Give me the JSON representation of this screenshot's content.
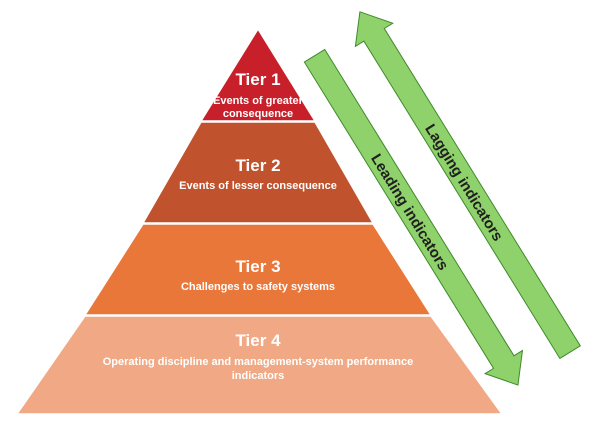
{
  "tiers": [
    {
      "title": "Tier 1",
      "description_lines": [
        "Events of greater",
        "consequence"
      ],
      "color": "#c8202a"
    },
    {
      "title": "Tier 2",
      "description_lines": [
        "Events of lesser consequence"
      ],
      "color": "#c0522d"
    },
    {
      "title": "Tier 3",
      "description_lines": [
        "Challenges to safety systems"
      ],
      "color": "#e9773a"
    },
    {
      "title": "Tier 4",
      "description_lines": [
        "Operating discipline and management-system performance",
        "indicators"
      ],
      "color": "#f0a984"
    }
  ],
  "arrows": {
    "leading": {
      "label": "Leading indicators",
      "direction": "down",
      "color": "#8fd16a"
    },
    "lagging": {
      "label": "Lagging indicators",
      "direction": "up",
      "color": "#8fd16a"
    }
  }
}
